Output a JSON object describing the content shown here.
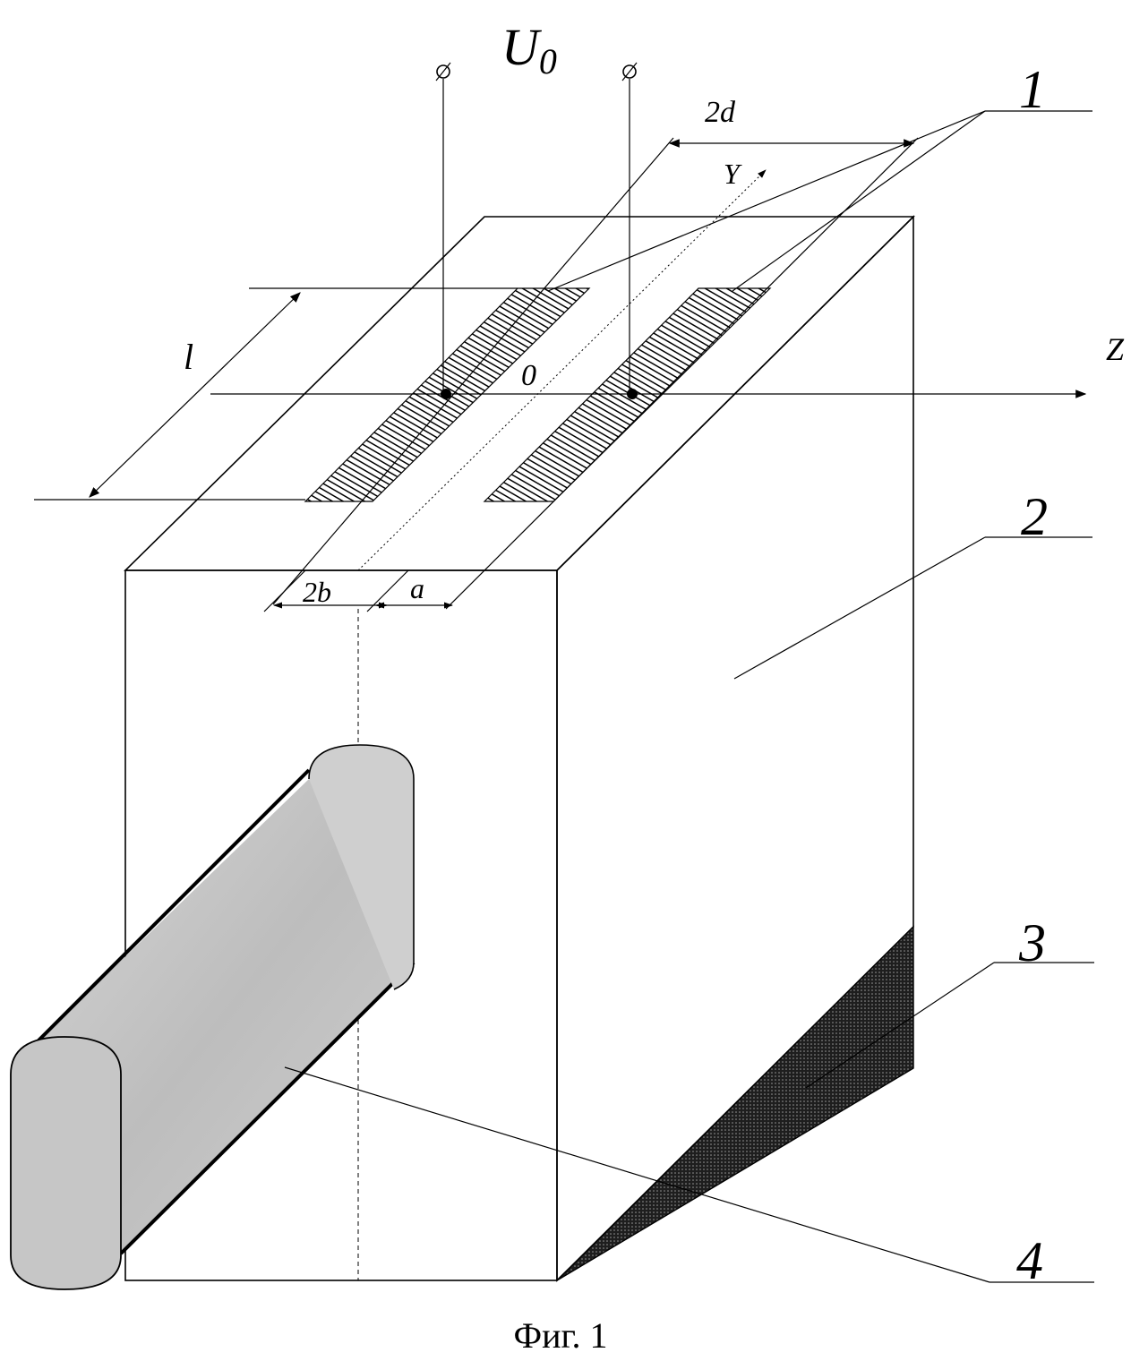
{
  "figure": {
    "voltage_label": "U",
    "voltage_sub": "0",
    "caption": "Фиг. 1"
  },
  "dimensions": {
    "gap": "2d",
    "length": "l",
    "width": "2b",
    "offset": "a"
  },
  "axes": {
    "y": "Y",
    "z": "Z",
    "origin": "0"
  },
  "callouts": {
    "electrodes": "1",
    "crystal": "2",
    "absorber": "3",
    "beam": "4"
  },
  "colors": {
    "line": "#000000",
    "hatch_fill": "#000000",
    "beam_fill": "#c8c8c8",
    "absorber_fill": "#2a2a2a"
  }
}
